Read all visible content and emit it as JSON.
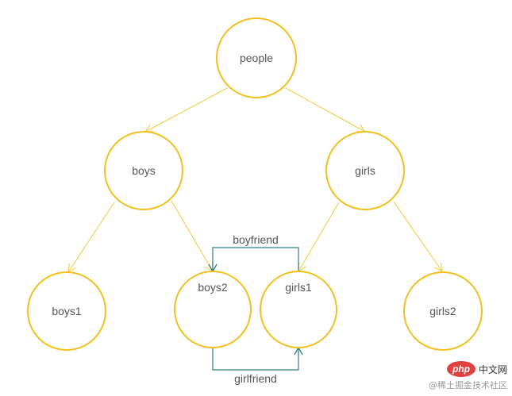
{
  "colors": {
    "node_stroke": "#f2c01e",
    "tree_edge": "#f5c93a",
    "relation_edge": "#2e7d7d",
    "label": "#555555"
  },
  "nodes": {
    "people": "people",
    "boys": "boys",
    "girls": "girls",
    "boys1": "boys1",
    "boys2": "boys2",
    "girls1": "girls1",
    "girls2": "girls2"
  },
  "relations": {
    "boyfriend": "boyfriend",
    "girlfriend": "girlfriend"
  },
  "watermark": {
    "logo": "php",
    "site": "中文网",
    "credit": "@稀土掘金技术社区"
  }
}
